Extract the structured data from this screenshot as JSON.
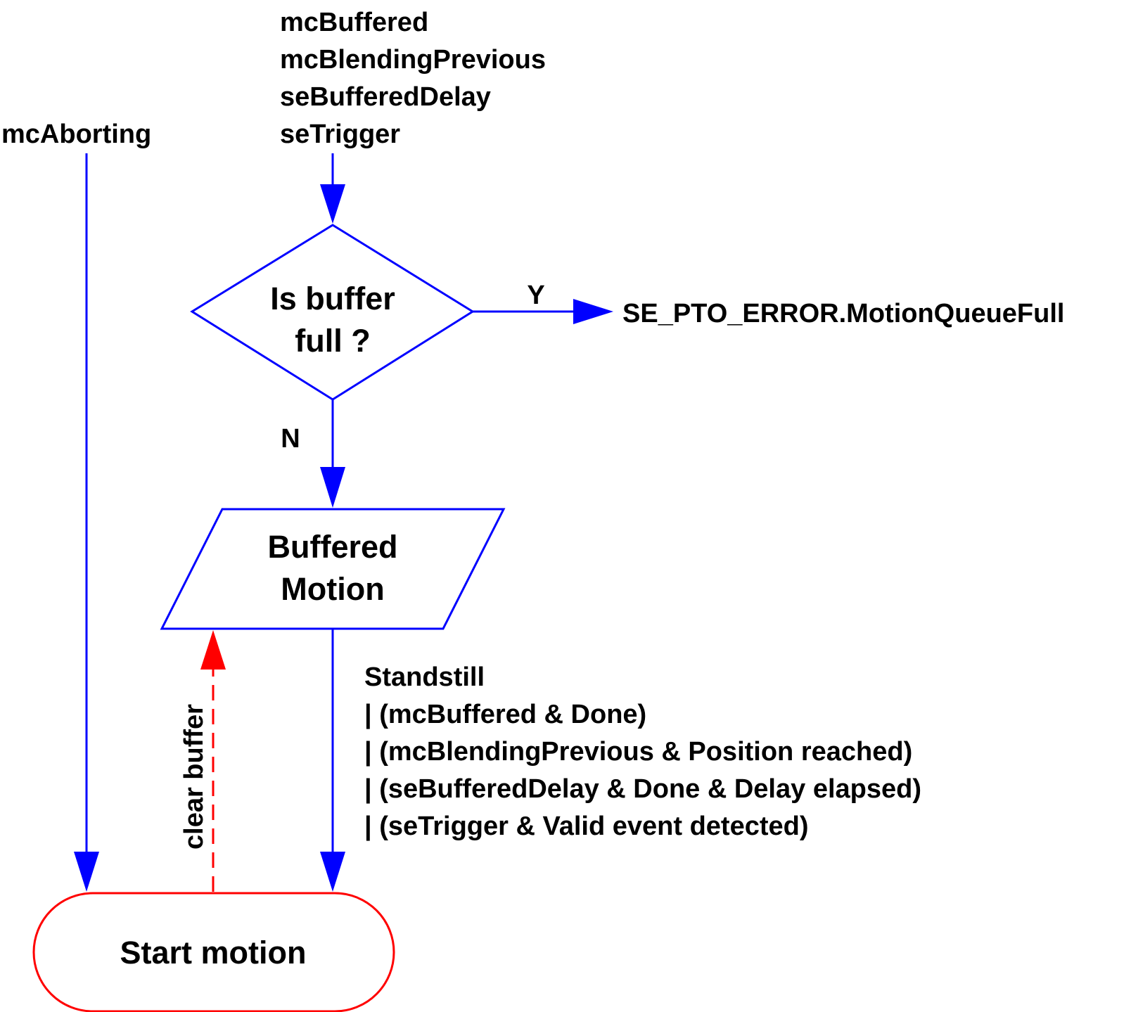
{
  "inputs": {
    "buffered_modes": [
      "mcBuffered",
      "mcBlendingPrevious",
      "seBufferedDelay",
      "seTrigger"
    ],
    "aborting": "mcAborting"
  },
  "decision": {
    "lines": [
      "Is buffer",
      "full ?"
    ],
    "yes_label": "Y",
    "no_label": "N",
    "yes_target": "SE_PTO_ERROR.MotionQueueFull"
  },
  "buffered_motion": {
    "lines": [
      "Buffered",
      "Motion"
    ]
  },
  "transition_condition": {
    "lines": [
      "Standstill",
      "| (mcBuffered & Done)",
      "| (mcBlendingPrevious & Position reached)",
      "| (seBufferedDelay & Done & Delay elapsed)",
      "| (seTrigger & Valid event detected)"
    ]
  },
  "clear_buffer_label": "clear buffer",
  "start_motion": {
    "label": "Start motion"
  },
  "colors": {
    "flow": "#0000ff",
    "terminal": "#ff0000",
    "text": "#000000"
  }
}
